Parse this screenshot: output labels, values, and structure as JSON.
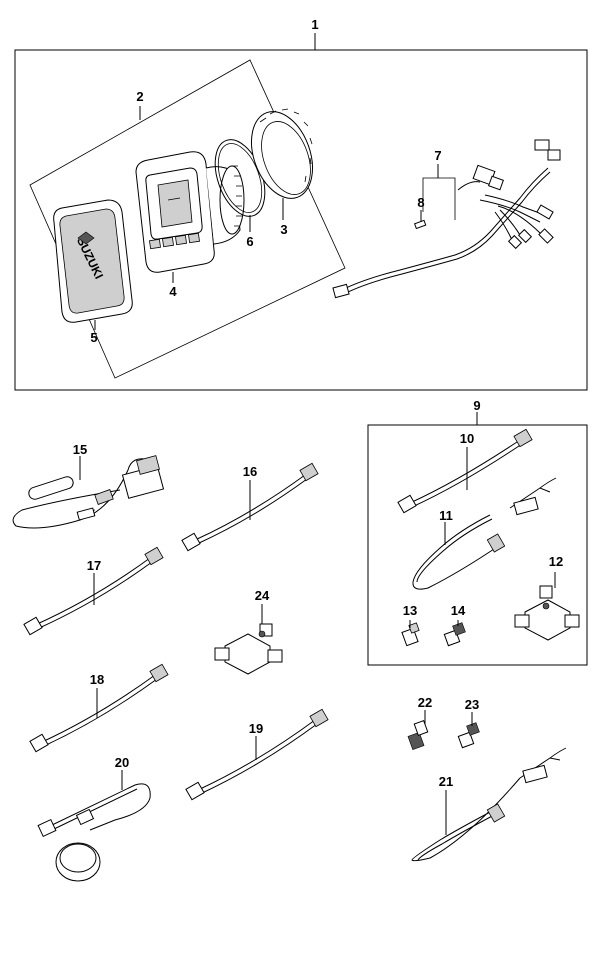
{
  "diagram": {
    "callouts": [
      {
        "id": "1",
        "text": "1"
      },
      {
        "id": "2",
        "text": "2"
      },
      {
        "id": "3",
        "text": "3"
      },
      {
        "id": "4",
        "text": "4"
      },
      {
        "id": "5",
        "text": "5"
      },
      {
        "id": "6",
        "text": "6"
      },
      {
        "id": "7",
        "text": "7"
      },
      {
        "id": "8",
        "text": "8"
      },
      {
        "id": "9",
        "text": "9"
      },
      {
        "id": "10",
        "text": "10"
      },
      {
        "id": "11",
        "text": "11"
      },
      {
        "id": "12",
        "text": "12"
      },
      {
        "id": "13",
        "text": "13"
      },
      {
        "id": "14",
        "text": "14"
      },
      {
        "id": "15",
        "text": "15"
      },
      {
        "id": "16",
        "text": "16"
      },
      {
        "id": "17",
        "text": "17"
      },
      {
        "id": "18",
        "text": "18"
      },
      {
        "id": "19",
        "text": "19"
      },
      {
        "id": "20",
        "text": "20"
      },
      {
        "id": "21",
        "text": "21"
      },
      {
        "id": "22",
        "text": "22"
      },
      {
        "id": "23",
        "text": "23"
      },
      {
        "id": "24",
        "text": "24"
      }
    ],
    "logo_text": "SUZUKI"
  }
}
